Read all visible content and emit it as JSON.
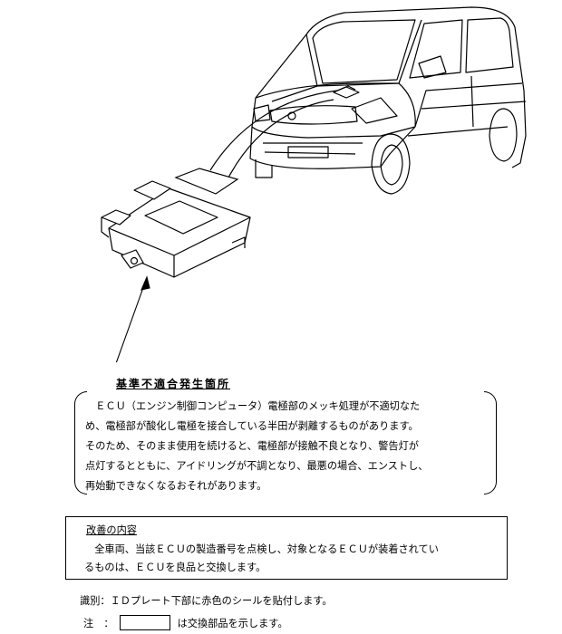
{
  "defect_section": {
    "title": "基準不適合発生箇所",
    "lines": [
      "　ＥＣＵ（エンジン制御コンピュータ）電極部のメッキ処理が不適切なた",
      "め、電極部が酸化し電極を接合している半田が剥離するものがあります。",
      "そのため、そのまま使用を続けると、電極部が接触不良となり、警告灯が",
      "点灯するとともに、アイドリングが不調となり、最悪の場合、エンストし、",
      "再始動できなくなるおそれがあります。"
    ]
  },
  "improvement_section": {
    "title": "改善の内容",
    "lines": [
      "　全車両、当該ＥＣＵの製造番号を点検し、対象となるＥＣＵが装着されてい",
      "るものは、ＥＣＵを良品と交換します。"
    ]
  },
  "identification": "識別：ＩＤプレート下部に赤色のシールを貼付します。",
  "note": {
    "label": "注　：",
    "text": "は交換部品を示します。"
  }
}
